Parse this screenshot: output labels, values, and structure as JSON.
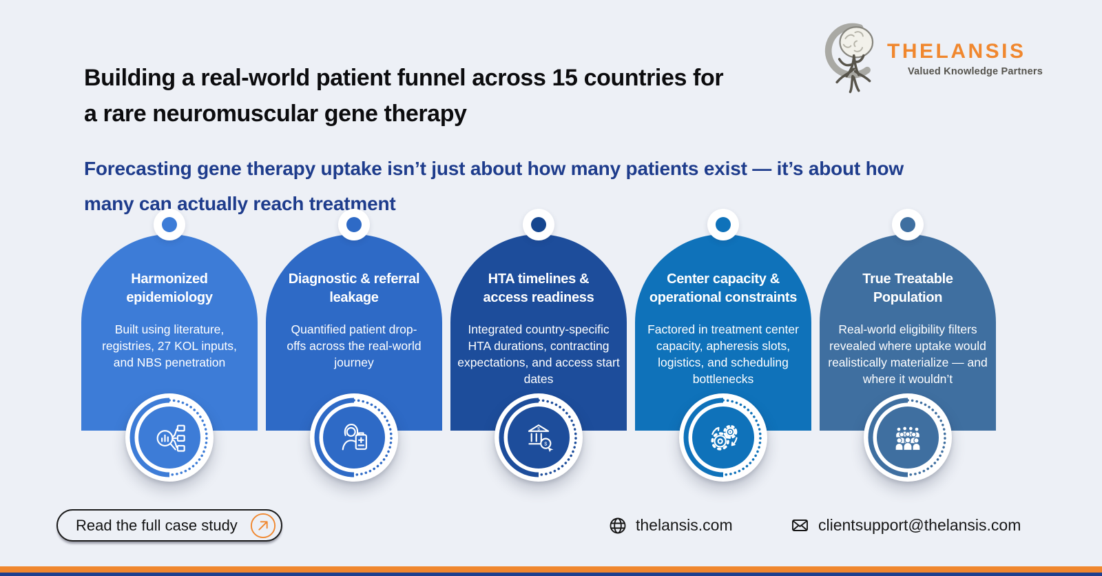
{
  "theme": {
    "page_bg": "#edf0f6",
    "accent_orange": "#f0872e",
    "headline": "#0c0c0e",
    "deep_blue": "#1e3c8c",
    "footer_navy": "#1d3f8f",
    "text_dark": "#161616"
  },
  "logo": {
    "brand": "THELANSIS",
    "tagline": "Valued Knowledge Partners"
  },
  "header": {
    "title": "Building a real-world patient funnel across 15 countries for\na rare neuromuscular gene therapy",
    "subtitle": "Forecasting gene therapy uptake isn’t just about how many patients exist — it’s about how\nmany can actually reach treatment"
  },
  "cards": [
    {
      "title": "Harmonized\nepidemiology",
      "body": "Built using literature,\nregistries, 27 KOL inputs,\nand NBS penetration",
      "color": "#3d7cd7",
      "dot_color": "#3d7cd7",
      "icon": "search-analytics-icon"
    },
    {
      "title": "Diagnostic & referral\nleakage",
      "body": "Quantified patient drop-\noffs across the real-world\njourney",
      "color": "#2e6ac6",
      "dot_color": "#2e6ac6",
      "icon": "clinician-clipboard-icon"
    },
    {
      "title": "HTA timelines &\naccess readiness",
      "body": "Integrated country-specific\nHTA durations, contracting\nexpectations, and access start\ndates",
      "color": "#1d4d9b",
      "dot_color": "#15468f",
      "icon": "bank-access-icon"
    },
    {
      "title": "Center capacity &\noperational constraints",
      "body": "Factored in treatment center\ncapacity, apheresis slots,\nlogistics, and scheduling\nbottlenecks",
      "color": "#0f72ba",
      "dot_color": "#0f72ba",
      "icon": "gears-icon"
    },
    {
      "title": "True Treatable\nPopulation",
      "body": "Real-world eligibility filters\nrevealed where uptake would\nrealistically materialize — and\nwhere it wouldn’t",
      "color": "#3f6fa0",
      "dot_color": "#3f6fa0",
      "icon": "population-icon"
    }
  ],
  "footer": {
    "cta_label": "Read the full case study",
    "website": "thelansis.com",
    "email": "clientsupport@thelansis.com"
  }
}
